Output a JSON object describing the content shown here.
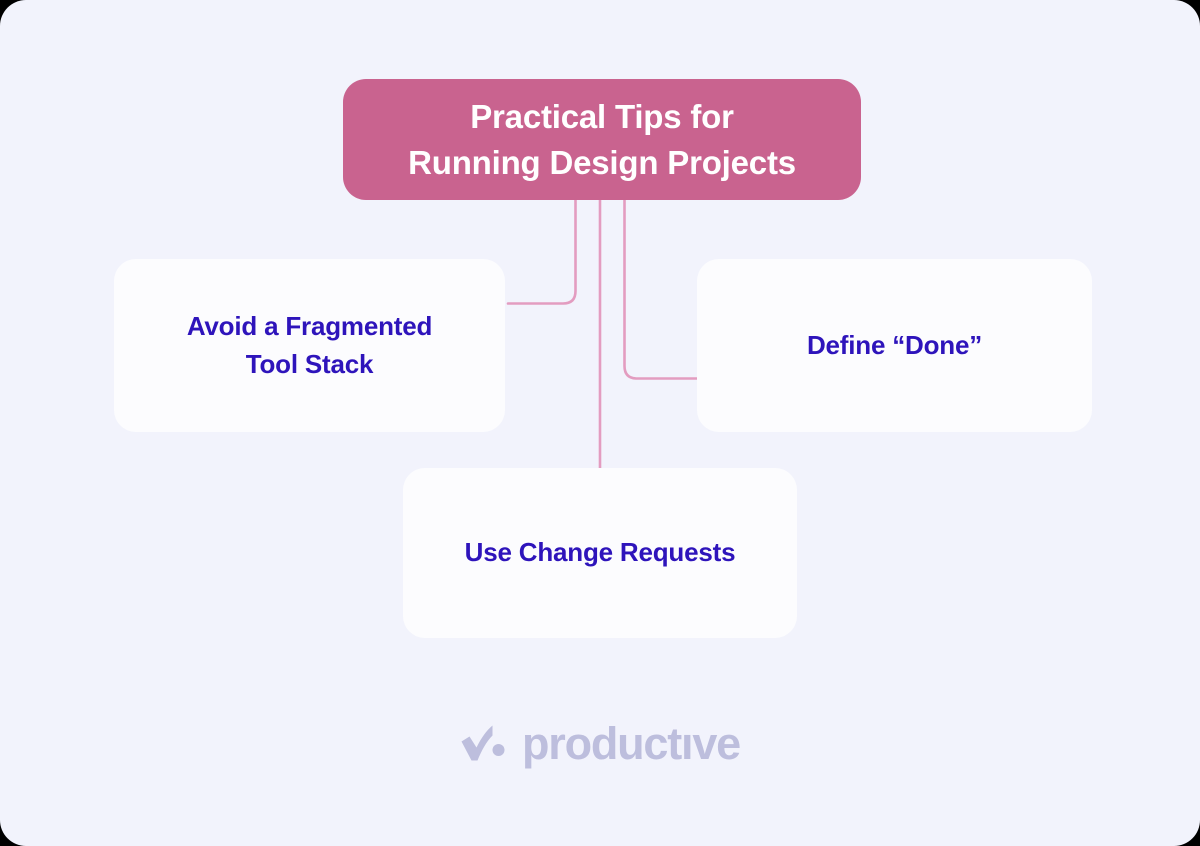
{
  "canvas": {
    "background_color": "#f2f3fc",
    "corner_radius": "26px"
  },
  "diagram": {
    "type": "mindmap",
    "root": {
      "id": "root",
      "line1": "Practical Tips for",
      "line2": "Running Design Projects",
      "background_color": "#c9638f",
      "text_color": "#ffffff"
    },
    "branches": [
      {
        "id": "avoid-fragmented-tool-stack",
        "line1": "Avoid a Fragmented",
        "line2": "Tool Stack",
        "position": "left",
        "background_color": "#fcfcfe",
        "text_color": "#2e14bb"
      },
      {
        "id": "define-done",
        "line1": "Define “Done”",
        "line2": "",
        "position": "right",
        "background_color": "#fcfcfe",
        "text_color": "#2e14bb"
      },
      {
        "id": "use-change-requests",
        "line1": "Use Change Requests",
        "line2": "",
        "position": "bottom",
        "background_color": "#fcfcfe",
        "text_color": "#2e14bb"
      }
    ],
    "connector_color": "#e39cc0"
  },
  "brand": {
    "name": "productıve",
    "mark_icon": "checkmark-dot-icon",
    "color": "#bdbedd"
  }
}
